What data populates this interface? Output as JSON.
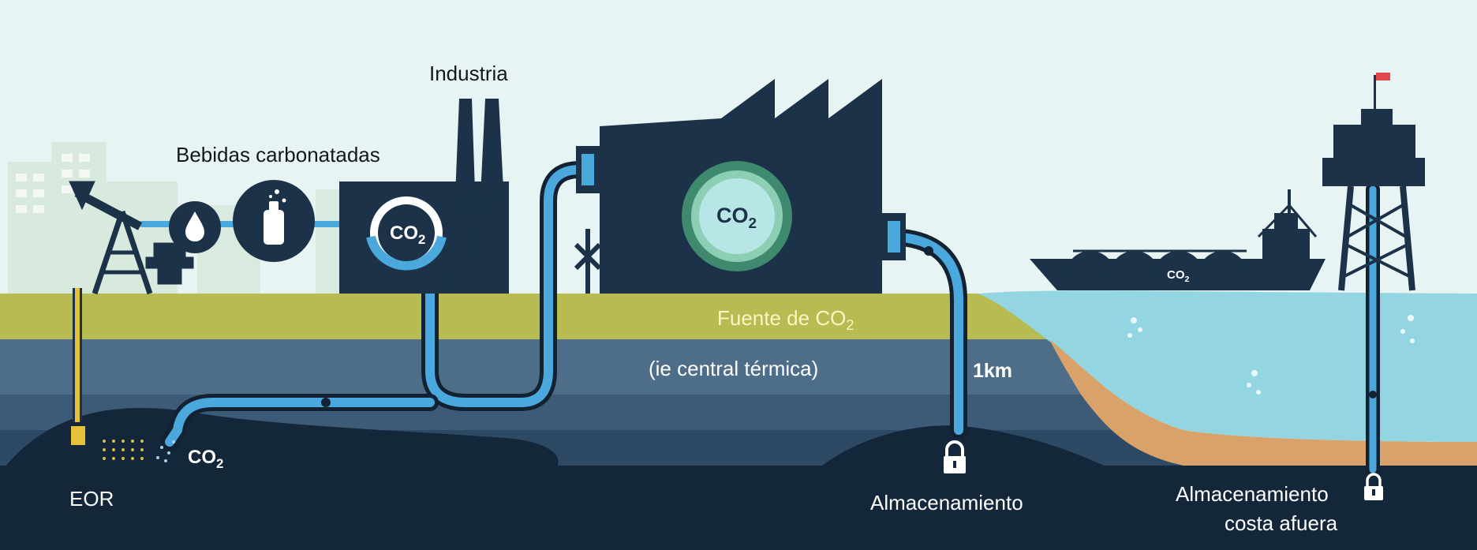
{
  "labels": {
    "industry": "Industria",
    "beverages": "Bebidas carbonatadas",
    "eor": "EOR",
    "source_main": "Fuente de CO",
    "source_sub": "2",
    "source_note": "(ie central térmica)",
    "depth": "1km",
    "storage": "Almacenamiento",
    "offshore_line1": "Almacenamiento",
    "offshore_line2": "costa afuera"
  },
  "badges": {
    "industry_co2": "CO",
    "industry_co2_sub": "2",
    "plant_co2": "CO",
    "plant_co2_sub": "2",
    "injection_co2": "CO",
    "injection_co2_sub": "2",
    "ship_co2": "CO",
    "ship_co2_sub": "2"
  },
  "icons": [
    "oil-drop-icon",
    "soda-bottle-icon",
    "padlock-icon",
    "flag-icon",
    "pumpjack-icon",
    "factory-icon",
    "ship-icon",
    "offshore-platform-icon"
  ],
  "colors": {
    "sky": "#e6f3f3",
    "ground_surface": "#b3b94e",
    "layer_1": "#4b6b85",
    "layer_2": "#3b5873",
    "layer_3": "#2a4560",
    "bedrock": "#14263a",
    "pipe": "#4aa8dc",
    "facility": "#1b3248",
    "sea": "#93d6e1",
    "sand": "#d9a26a"
  }
}
